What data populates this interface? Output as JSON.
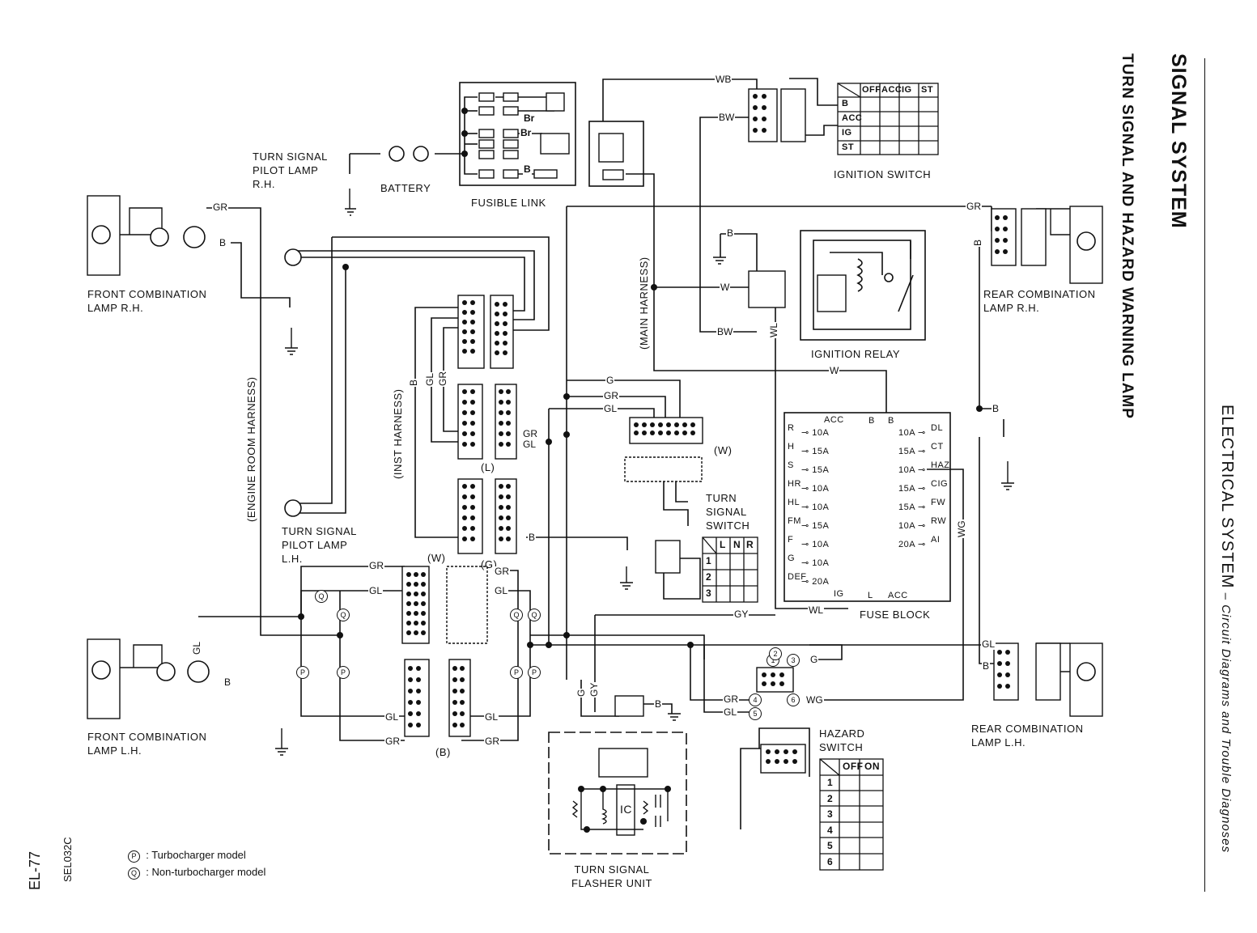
{
  "header": {
    "section": "SIGNAL SYSTEM",
    "subtitle": "TURN SIGNAL AND HAZARD WARNING LAMP",
    "chapter": "ELECTRICAL SYSTEM",
    "chapter_suffix": " – Circuit Diagrams and Trouble Diagnoses"
  },
  "footer": {
    "page": "EL-77",
    "figure_code": "SEL032C"
  },
  "legend": [
    {
      "mark": "P",
      "text": ": Turbocharger model"
    },
    {
      "mark": "Q",
      "text": ": Non-turbocharger model"
    }
  ],
  "components": {
    "battery": "BATTERY",
    "fusible_link": "FUSIBLE LINK",
    "ignition_switch": "IGNITION SWITCH",
    "ignition_relay": "IGNITION RELAY",
    "fuse_block": "FUSE BLOCK",
    "turn_signal_switch": [
      "TURN",
      "SIGNAL",
      "SWITCH"
    ],
    "hazard_switch": [
      "HAZARD",
      "SWITCH"
    ],
    "flasher_unit": [
      "TURN SIGNAL",
      "FLASHER UNIT"
    ],
    "front_lamp_rh": [
      "FRONT COMBINATION",
      "LAMP R.H."
    ],
    "front_lamp_lh": [
      "FRONT COMBINATION",
      "LAMP L.H."
    ],
    "rear_lamp_rh": [
      "REAR COMBINATION",
      "LAMP R.H."
    ],
    "rear_lamp_lh": [
      "REAR COMBINATION",
      "LAMP L.H."
    ],
    "pilot_rh": [
      "TURN SIGNAL",
      "PILOT LAMP",
      "R.H."
    ],
    "pilot_lh": [
      "TURN SIGNAL",
      "PILOT LAMP",
      "L.H."
    ]
  },
  "harnesses": {
    "engine_room": "(ENGINE ROOM HARNESS)",
    "inst": "(INST HARNESS)",
    "main": "(MAIN HARNESS)"
  },
  "connector_tags": {
    "L": "(L)",
    "W1": "(W)",
    "W2": "(W)",
    "G": "(G)",
    "B": "(B)"
  },
  "wires": {
    "WB": "WB",
    "BW_top": "BW",
    "BW_relay": "BW",
    "B_relay": "B",
    "W_relay": "W",
    "WL_relay": "WL",
    "W_fuse": "W",
    "GR_front": "GR",
    "B_front_rh": "B",
    "GR_rear": "GR",
    "B_rear": "B",
    "B_inst": "B",
    "GL_inst": "GL",
    "GR_inst": "GR",
    "GR_L": "GR",
    "GL_L": "GL",
    "B_L": "B",
    "G_sw": "G",
    "GR_sw": "GR",
    "GL_sw": "GL",
    "GR_W": "GR",
    "GL_W": "GL",
    "GR_G": "GR",
    "GL_G": "GL",
    "GL_front_lh": "GL",
    "B_front_lh": "B",
    "GL_B": "GL",
    "GR_B": "GR",
    "GL_B2": "GL",
    "GR_B2": "GR",
    "GY": "GY",
    "WL_fb": "WL",
    "G_haz": "G",
    "WG": "WG",
    "GR_haz": "GR",
    "GL_haz": "GL",
    "GL_rear": "GL",
    "B_rear_lh": "B",
    "WG_vert": "WG",
    "G_flash": "G",
    "GY_flash": "GY",
    "B_flash": "B",
    "B_bat": "B",
    "Br1": "Br",
    "Br2": "Br"
  },
  "ignition_table": {
    "cols": [
      "OFF",
      "ACC",
      "IG",
      "ST"
    ],
    "rows": [
      "B",
      "ACC",
      "IG",
      "ST"
    ]
  },
  "ts_switch_table": {
    "cols": [
      "L",
      "N",
      "R"
    ],
    "rows": [
      "1",
      "2",
      "3"
    ]
  },
  "hazard_table": {
    "cols": [
      "OFF",
      "ON"
    ],
    "rows": [
      "1",
      "2",
      "3",
      "4",
      "5",
      "6"
    ]
  },
  "flasher_ic": "IC",
  "fuse_block": {
    "left": [
      {
        "name": "R",
        "rating": "10A"
      },
      {
        "name": "H",
        "rating": "15A"
      },
      {
        "name": "S",
        "rating": "15A"
      },
      {
        "name": "HR",
        "rating": "10A"
      },
      {
        "name": "HL",
        "rating": "10A"
      },
      {
        "name": "FM",
        "rating": "15A"
      },
      {
        "name": "F",
        "rating": "10A"
      },
      {
        "name": "G",
        "rating": "10A"
      },
      {
        "name": "DEF",
        "rating": "20A"
      }
    ],
    "right": [
      {
        "name": "DL",
        "rating": "10A"
      },
      {
        "name": "CT",
        "rating": "15A"
      },
      {
        "name": "HAZ",
        "rating": "10A"
      },
      {
        "name": "CIG",
        "rating": "15A"
      },
      {
        "name": "FW",
        "rating": "15A"
      },
      {
        "name": "RW",
        "rating": "10A"
      },
      {
        "name": "AI",
        "rating": "20A"
      }
    ],
    "top": [
      "ACC",
      "B",
      "B"
    ],
    "bottom": [
      "IG",
      "L",
      "ACC"
    ]
  },
  "circle_marks": [
    "1",
    "2",
    "3",
    "4",
    "5",
    "6",
    "Q",
    "Q",
    "Q",
    "Q",
    "P",
    "P",
    "P",
    "P"
  ]
}
